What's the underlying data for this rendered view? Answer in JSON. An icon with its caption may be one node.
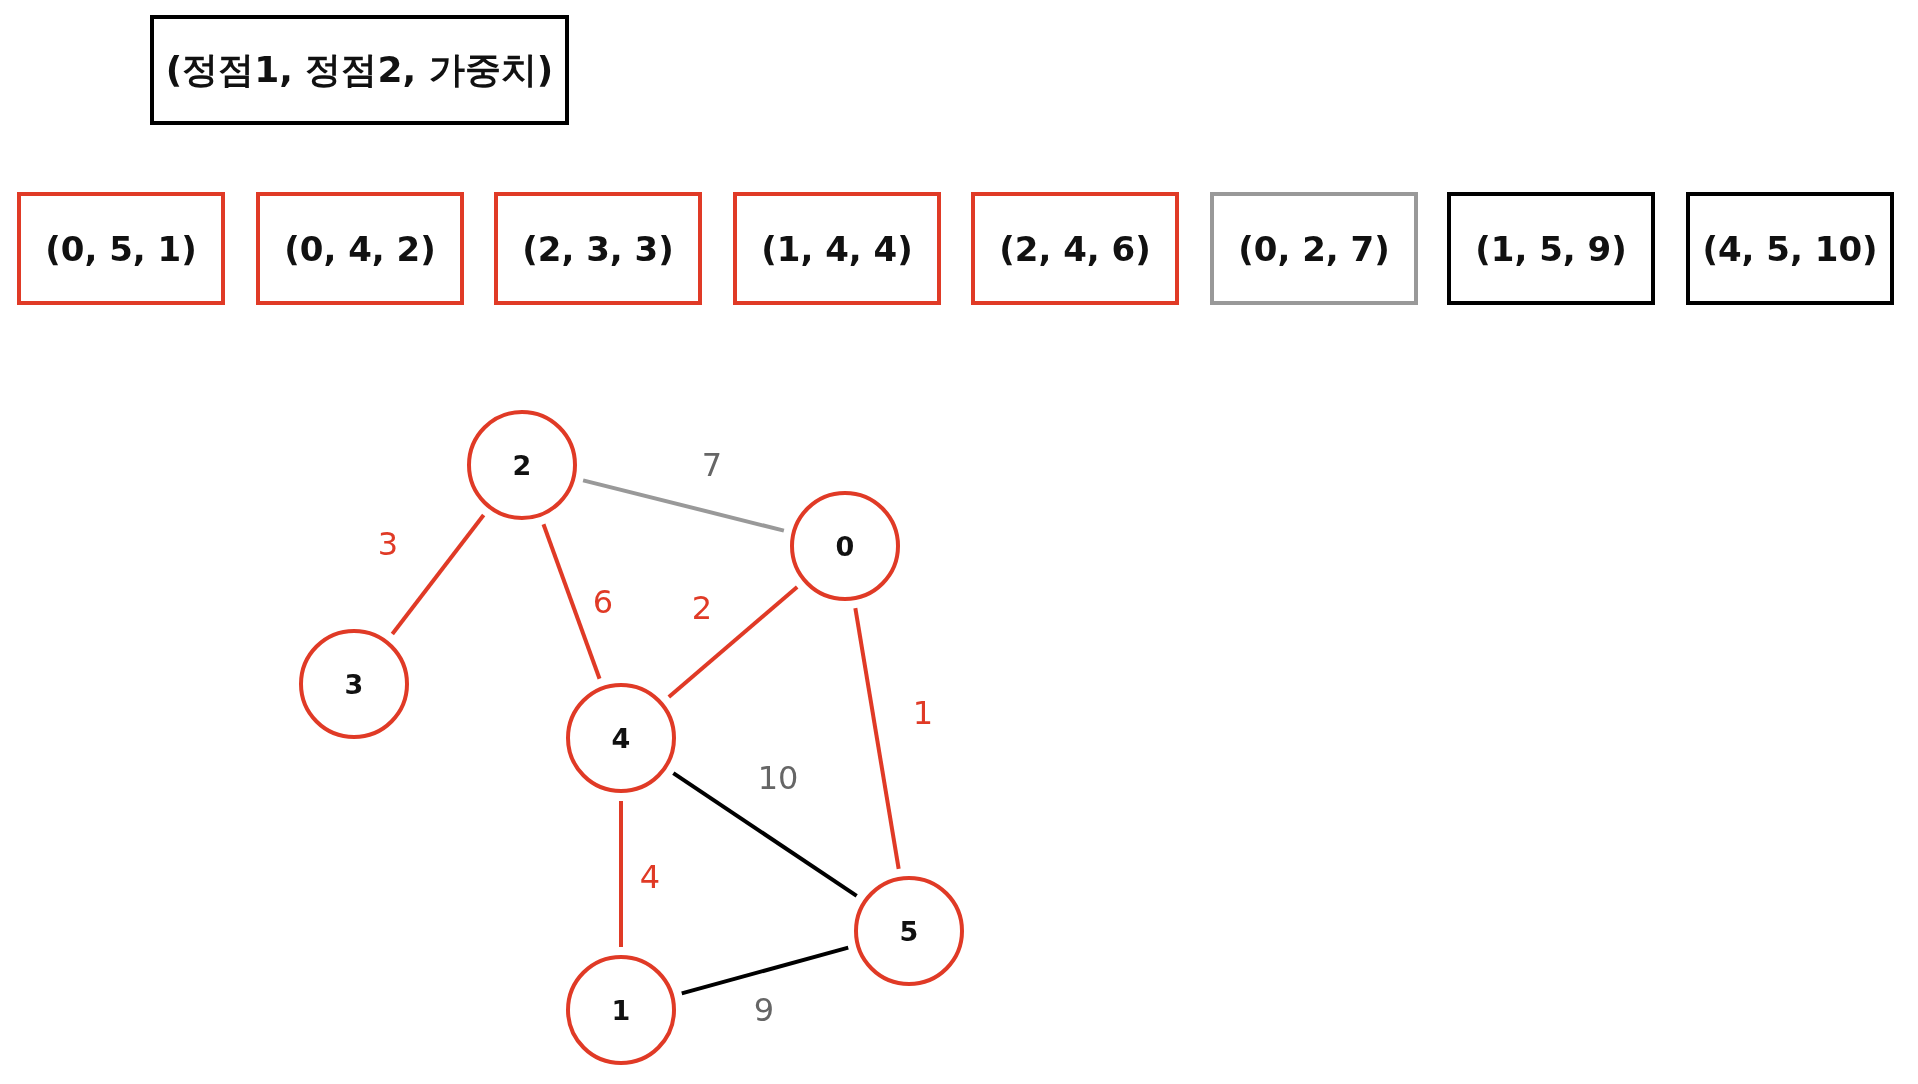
{
  "diagram": {
    "nodes": [
      {
        "text": [
          "(정점1, 정점2, 가중치)"
        ]
      },
      {
        "text": [
          "(0, 5, 1)"
        ]
      },
      {
        "text": [
          "(0, 4, 2)"
        ]
      },
      {
        "text": [
          "(2, 3, 3)"
        ]
      },
      {
        "text": [
          "(1, 4, 4)"
        ]
      },
      {
        "text": [
          "(2, 4, 6)"
        ]
      },
      {
        "text": [
          "(0, 2, 7)"
        ]
      },
      {
        "text": [
          "(1, 5, 9)"
        ]
      },
      {
        "text": [
          "(4, 5, 10)"
        ]
      },
      {
        "text": [
          "2"
        ]
      },
      {
        "text": [
          "0"
        ]
      },
      {
        "text": [
          "3"
        ]
      },
      {
        "text": [
          "4"
        ]
      },
      {
        "text": [
          "5"
        ]
      },
      {
        "text": [
          "1"
        ]
      }
    ],
    "edges": [
      {
        "from": 9,
        "to": 10,
        "arrow": "none",
        "label": "7",
        "color": "#999999"
      },
      {
        "from": 9,
        "to": 11,
        "arrow": "none",
        "label": "3"
      },
      {
        "from": 9,
        "to": 12,
        "arrow": "none",
        "label": "6"
      },
      {
        "from": 10,
        "to": 12,
        "arrow": "none",
        "label": "2"
      },
      {
        "from": 10,
        "to": 13,
        "arrow": "none",
        "label": "1"
      },
      {
        "from": 12,
        "to": 13,
        "arrow": "none",
        "label": "10",
        "color": "#000000"
      },
      {
        "from": 12,
        "to": 14,
        "arrow": "none",
        "label": "4"
      },
      {
        "from": 14,
        "to": 13,
        "arrow": "none",
        "label": "9",
        "color": "#000000"
      }
    ]
  }
}
